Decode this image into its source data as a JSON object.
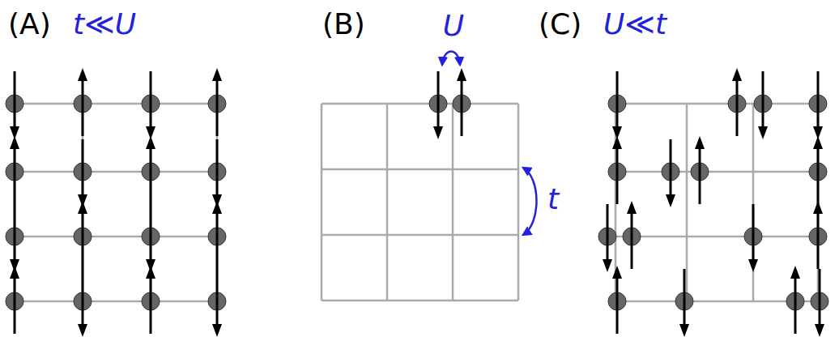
{
  "diagram": {
    "labels": [
      "(A)",
      "t≪U",
      "(B)",
      "U",
      "t",
      "(C)",
      "U≪t"
    ]
  }
}
